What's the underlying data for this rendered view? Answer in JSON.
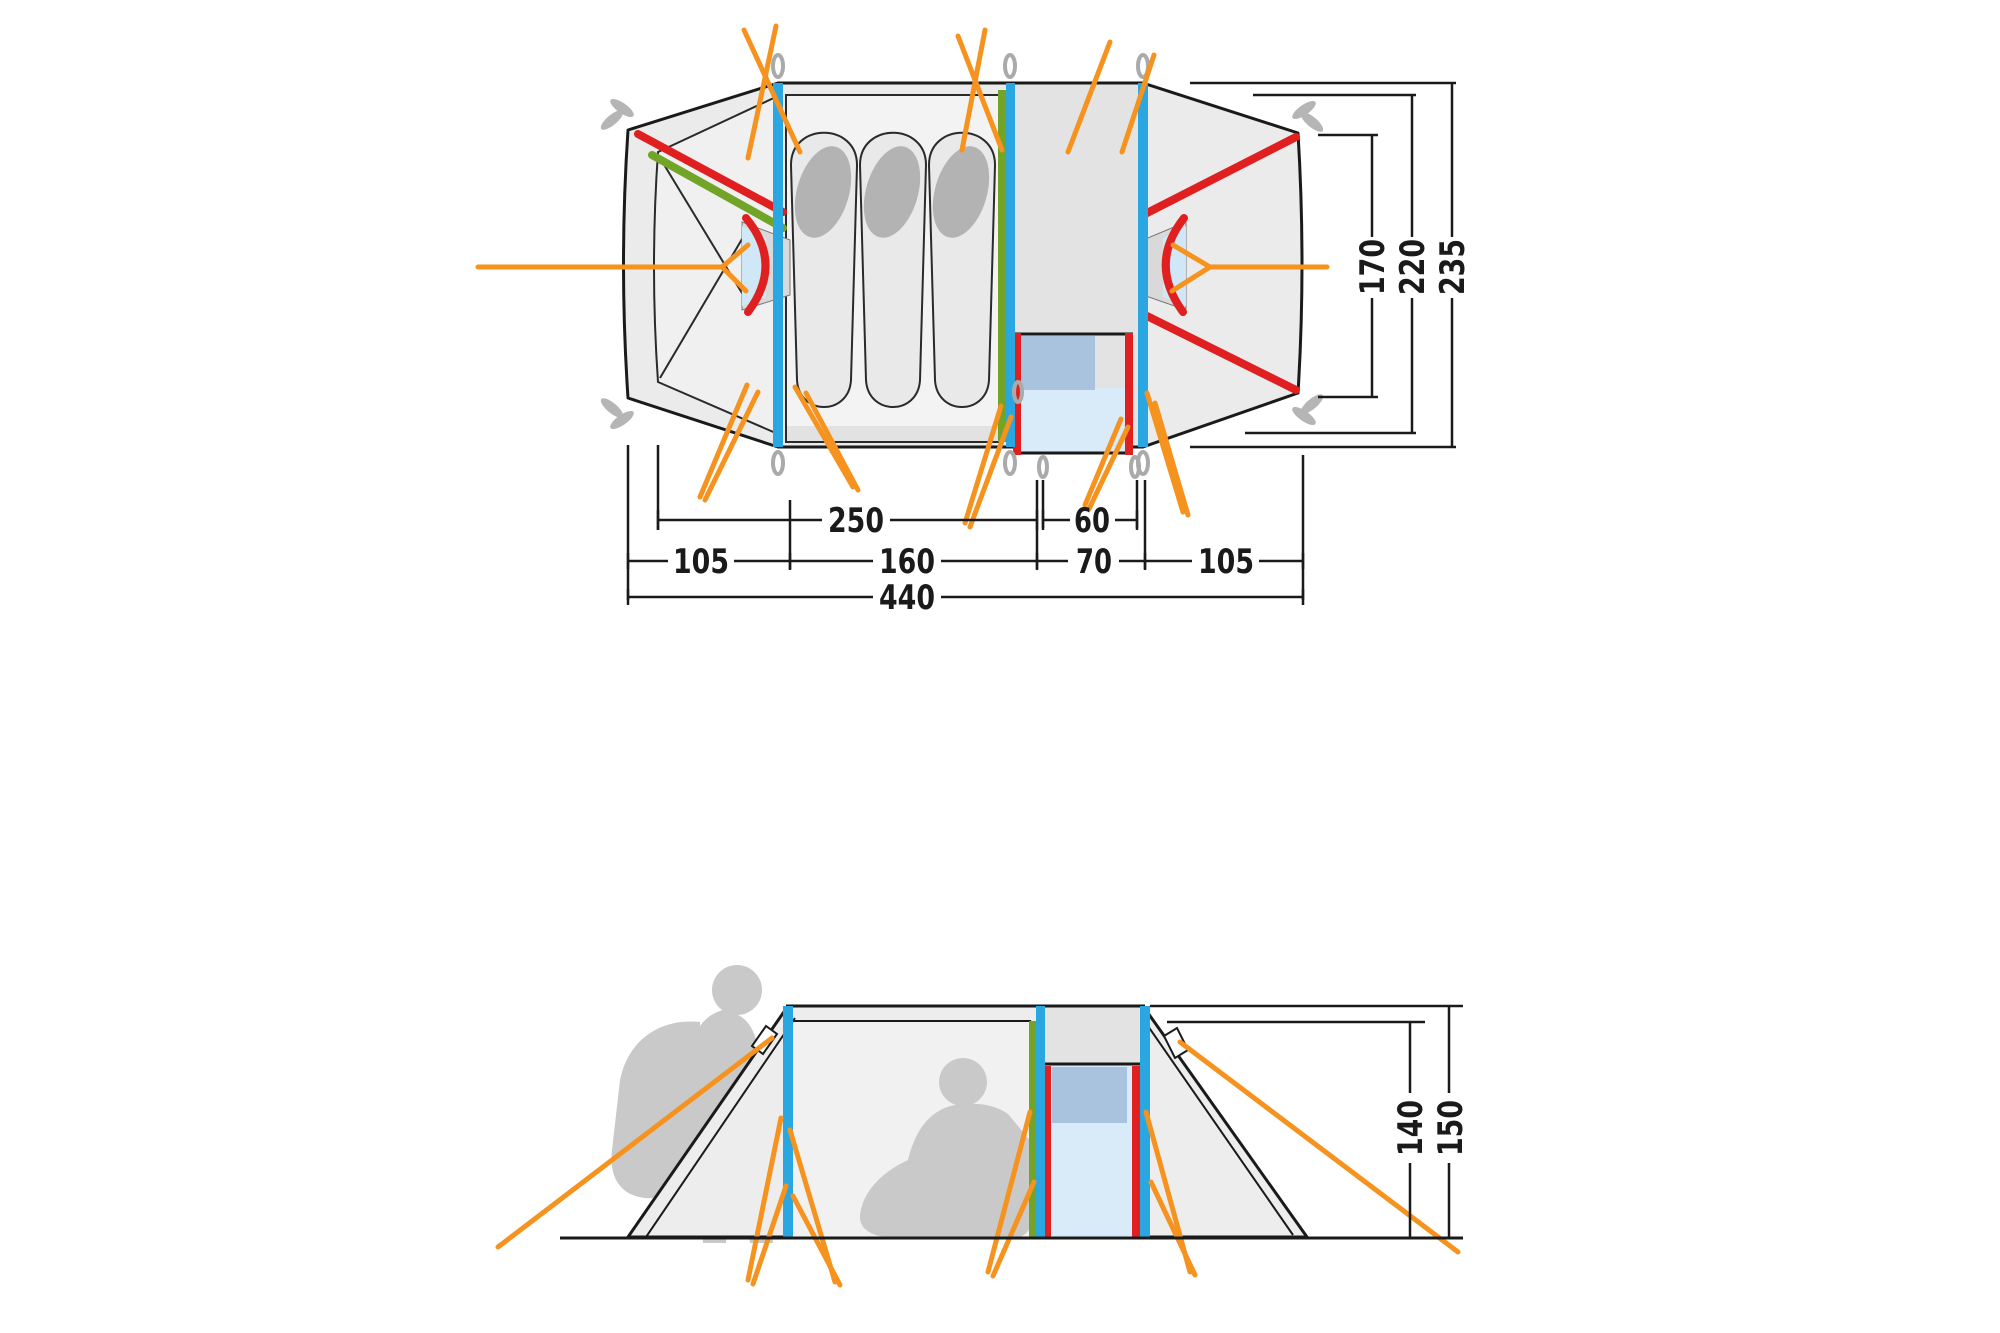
{
  "diagram": {
    "title": "tent-dimension-diagram",
    "views": {
      "top": "floor-plan-top-view",
      "side": "side-elevation-view"
    },
    "top_view": {
      "horizontal_cm": {
        "cabin_length": "250",
        "door_width": "60",
        "left_vestibule": "105",
        "sleeping_section": "160",
        "front_corridor": "70",
        "right_vestibule": "105",
        "total_length": "440"
      },
      "vertical_cm": {
        "peg_to_peg": "170",
        "inner_width": "220",
        "outer_width": "235"
      },
      "contents": {
        "sleeping_bags": 3,
        "entrances": 3,
        "poles": 3
      }
    },
    "side_view": {
      "heights_cm": {
        "wall_height": "140",
        "ridge_height": "150"
      },
      "figures": {
        "standing_person_with_backpack": 1,
        "sitting_person": 1
      }
    },
    "colors": {
      "pole_blue": "#2aa7e0",
      "pole_green": "#72a427",
      "zip_red": "#e02020",
      "guyline_orange": "#f6921e",
      "window_blue": "#a9c2de",
      "door_lightblue": "#d9ebf8",
      "fabric_gray": "#ebebeb",
      "corridor_gray": "#e3e3e3",
      "silhouette_gray": "#c9c9c9",
      "line_black": "#1a1a1a"
    }
  }
}
